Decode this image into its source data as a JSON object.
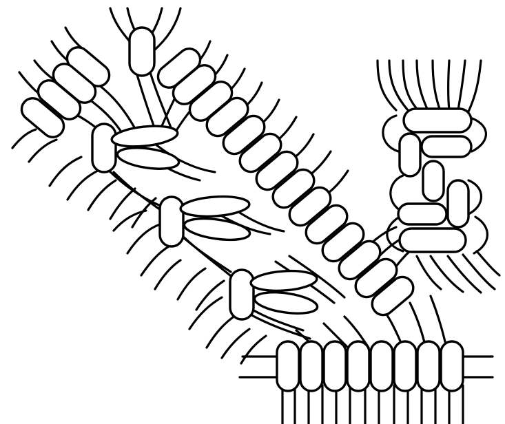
{
  "figure": {
    "subject": "macrame-knot-illustration",
    "stroke_color": "#000000",
    "background_color": "#ffffff",
    "sections": [
      "diagonal-double-half-hitch-band",
      "upper-left-fan-band",
      "square-knot-sennit-right",
      "horizontal-half-hitch-row-bottom"
    ]
  }
}
